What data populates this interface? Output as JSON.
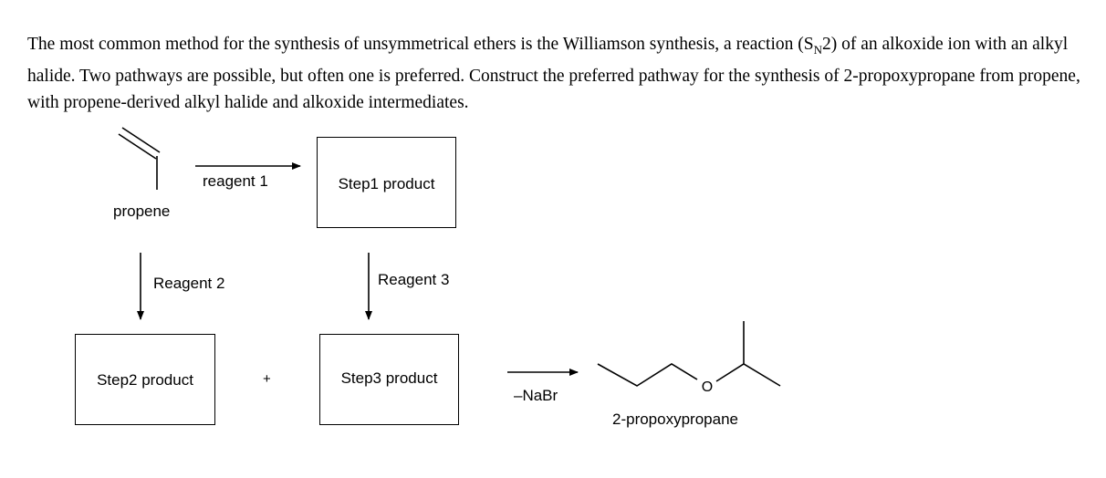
{
  "question": {
    "part1": "The most common method for the synthesis of unsymmetrical ethers is the Williamson synthesis, a reaction (S",
    "subscript": "N",
    "part2": "2) of an alkoxide ion with an alkyl halide. Two pathways are possible, but often one is preferred. Construct the preferred pathway for the synthesis of 2-propoxypropane from propene, with propene-derived alkyl halide and alkoxide intermediates."
  },
  "scheme": {
    "start_label": "propene",
    "reagent1": "reagent 1",
    "reagent2": "Reagent 2",
    "reagent3": "Reagent 3",
    "step1_product": "Step1 product",
    "step2_product": "Step2 product",
    "step3_product": "Step3 product",
    "plus": "+",
    "byproduct": "–NaBr",
    "final_label": "2-propoxypropane",
    "oxygen_symbol": "O"
  }
}
